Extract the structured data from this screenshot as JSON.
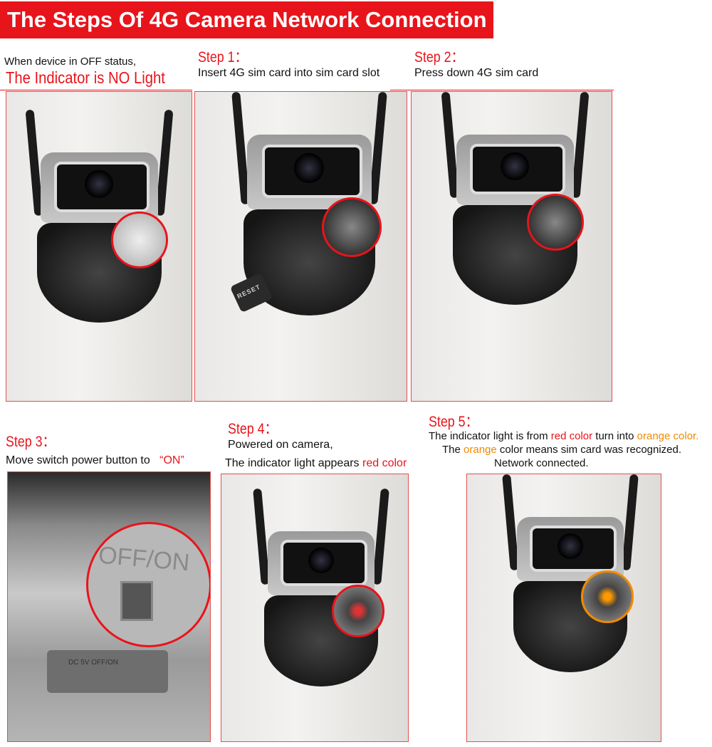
{
  "title": "The Steps Of 4G Camera Network Connection",
  "intro": {
    "line1": "When device in OFF status,",
    "line2": "The Indicator is NO Light"
  },
  "steps": [
    {
      "label": "Step 1：",
      "text": "Insert 4G sim card into sim card slot"
    },
    {
      "label": "Step 2：",
      "text": "Press down 4G sim card"
    },
    {
      "label": "Step 3：",
      "text": "Move switch power button to",
      "highlight": "“ON”"
    },
    {
      "label": "Step 4：",
      "text1": "Powered on camera,",
      "text2": "The indicator light appears",
      "highlight": "red color"
    },
    {
      "label": "Step 5：",
      "line1_a": "The indicator light is from",
      "line1_red": "red color",
      "line1_b": "turn into",
      "line1_orange": "orange color.",
      "line2_a": "The",
      "line2_orange": "orange",
      "line2_b": "color means sim card was recognized.",
      "line3": "Network connected."
    }
  ],
  "photo_labels": {
    "switch": "OFF/ON",
    "port": "DC 5V  OFF/ON",
    "reset": "RESET"
  },
  "colors": {
    "accent_red": "#e8141b",
    "orange": "#f08a00"
  }
}
